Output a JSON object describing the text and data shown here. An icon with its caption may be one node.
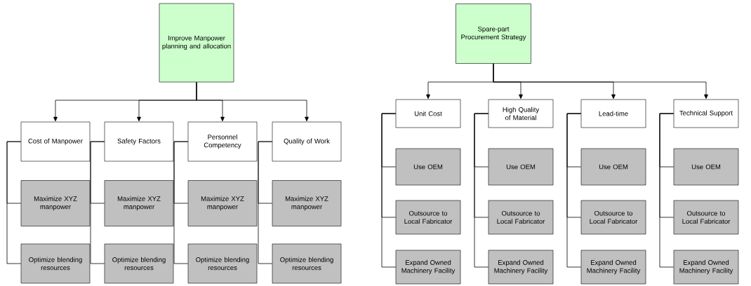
{
  "diagram": {
    "nodes": [
      {
        "text": [
          "Improve Manpower planning and allocation"
        ]
      },
      {
        "text": [
          "Cost of Manpower"
        ]
      },
      {
        "text": [
          "Maximize XYZ manpower"
        ]
      },
      {
        "text": [
          "Optimize blending resources"
        ]
      },
      {
        "text": [
          "Safety Factors"
        ]
      },
      {
        "text": [
          "Maximize XYZ manpower"
        ]
      },
      {
        "text": [
          "Optimize blending resources"
        ]
      },
      {
        "text": [
          "Personnel Competency"
        ]
      },
      {
        "text": [
          "Maximize XYZ manpower"
        ]
      },
      {
        "text": [
          "Optimize blending resources"
        ]
      },
      {
        "text": [
          "Quality of Work"
        ]
      },
      {
        "text": [
          "Maximize XYZ manpower"
        ]
      },
      {
        "text": [
          "Optimize blending resources"
        ]
      },
      {
        "text": [
          "Spare-part Procurement Strategy"
        ]
      },
      {
        "text": [
          "Unit Cost"
        ]
      },
      {
        "text": [
          "Use OEM"
        ]
      },
      {
        "text": [
          "Outsource to Local Fabricator"
        ]
      },
      {
        "text": [
          "Expand Owned Machinery Facility"
        ]
      },
      {
        "text": [
          "High Quality of Material"
        ]
      },
      {
        "text": [
          "Use OEM"
        ]
      },
      {
        "text": [
          "Outsource to Local Fabricator"
        ]
      },
      {
        "text": [
          "Expand Owned Machinery Facility"
        ]
      },
      {
        "text": [
          "Lead-time"
        ]
      },
      {
        "text": [
          "Use OEM"
        ]
      },
      {
        "text": [
          "Outsource to Local Fabricator"
        ]
      },
      {
        "text": [
          "Expand Owned Machinery Facility"
        ]
      },
      {
        "text": [
          "Technical Support"
        ]
      },
      {
        "text": [
          "Use OEM"
        ]
      },
      {
        "text": [
          "Outsource to Local Fabricator"
        ]
      },
      {
        "text": [
          "Expand Owned Machinery Facility"
        ]
      }
    ],
    "edges": [
      {
        "from": 0,
        "to": 1,
        "arrow": "to"
      },
      {
        "from": 0,
        "to": 4,
        "arrow": "to"
      },
      {
        "from": 0,
        "to": 7,
        "arrow": "to"
      },
      {
        "from": 0,
        "to": 10,
        "arrow": "to"
      },
      {
        "from": 1,
        "to": 2,
        "arrow": "none"
      },
      {
        "from": 1,
        "to": 3,
        "arrow": "none"
      },
      {
        "from": 4,
        "to": 5,
        "arrow": "none"
      },
      {
        "from": 4,
        "to": 6,
        "arrow": "none"
      },
      {
        "from": 7,
        "to": 8,
        "arrow": "none"
      },
      {
        "from": 7,
        "to": 9,
        "arrow": "none"
      },
      {
        "from": 10,
        "to": 11,
        "arrow": "none"
      },
      {
        "from": 10,
        "to": 12,
        "arrow": "none"
      },
      {
        "from": 13,
        "to": 14,
        "arrow": "to"
      },
      {
        "from": 13,
        "to": 18,
        "arrow": "to"
      },
      {
        "from": 13,
        "to": 22,
        "arrow": "to"
      },
      {
        "from": 13,
        "to": 26,
        "arrow": "to"
      },
      {
        "from": 14,
        "to": 15,
        "arrow": "none"
      },
      {
        "from": 14,
        "to": 16,
        "arrow": "none"
      },
      {
        "from": 14,
        "to": 17,
        "arrow": "none"
      },
      {
        "from": 18,
        "to": 19,
        "arrow": "none"
      },
      {
        "from": 18,
        "to": 20,
        "arrow": "none"
      },
      {
        "from": 18,
        "to": 21,
        "arrow": "none"
      },
      {
        "from": 22,
        "to": 23,
        "arrow": "none"
      },
      {
        "from": 22,
        "to": 24,
        "arrow": "none"
      },
      {
        "from": 22,
        "to": 25,
        "arrow": "none"
      },
      {
        "from": 26,
        "to": 27,
        "arrow": "none"
      },
      {
        "from": 26,
        "to": 28,
        "arrow": "none"
      },
      {
        "from": 26,
        "to": 29,
        "arrow": "none"
      }
    ]
  }
}
